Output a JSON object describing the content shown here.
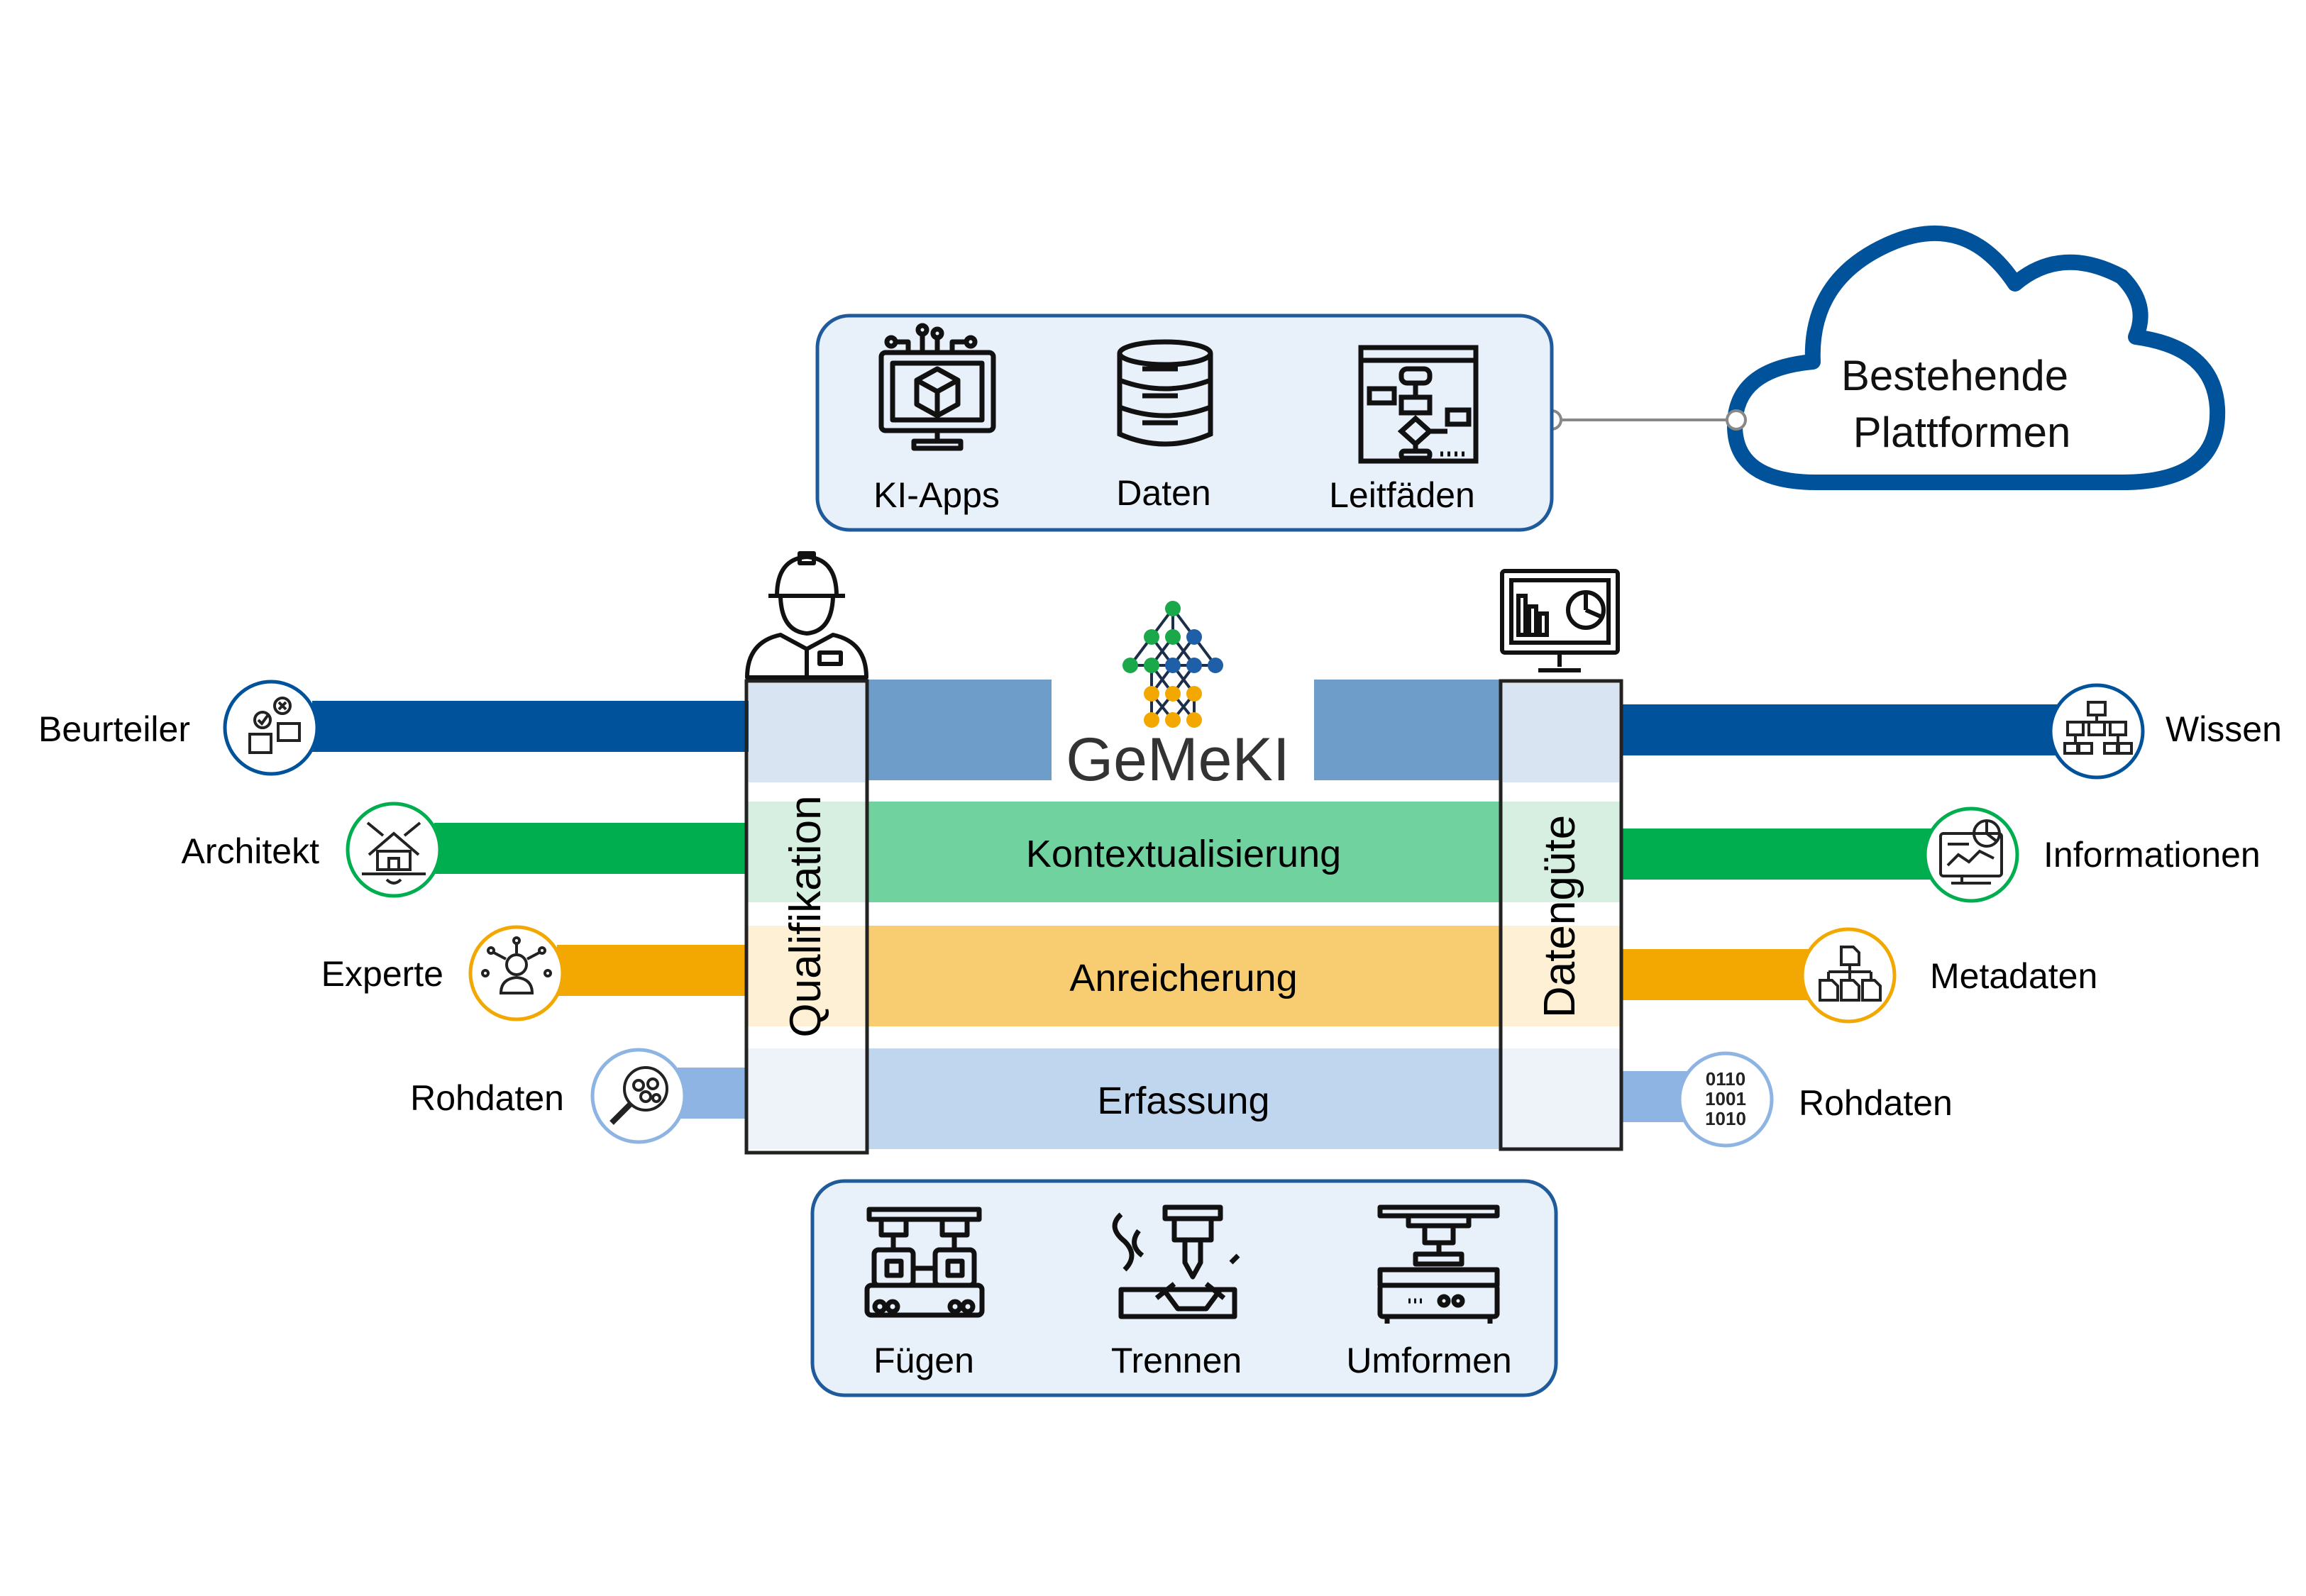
{
  "title": "GeMeKI",
  "cloud": {
    "line1": "Bestehende",
    "line2": "Plattformen"
  },
  "top_box": {
    "items": [
      {
        "label": "KI-Apps",
        "icon": "ai-app-monitor-icon"
      },
      {
        "label": "Daten",
        "icon": "database-icon"
      },
      {
        "label": "Leitfäden",
        "icon": "flowchart-guide-icon"
      }
    ]
  },
  "bottom_box": {
    "items": [
      {
        "label": "Fügen",
        "icon": "joining-machine-icon"
      },
      {
        "label": "Trennen",
        "icon": "cutting-tool-icon"
      },
      {
        "label": "Umformen",
        "icon": "press-machine-icon"
      }
    ]
  },
  "pillars": {
    "left": {
      "label": "Qualifikation",
      "icon": "worker-icon"
    },
    "right": {
      "label": "Datengüte",
      "icon": "dashboard-monitor-icon"
    }
  },
  "layers": [
    {
      "label": ""
    },
    {
      "label": "Kontextualisierung"
    },
    {
      "label": "Anreicherung"
    },
    {
      "label": "Erfassung"
    }
  ],
  "left_roles": [
    {
      "label": "Beurteiler",
      "icon": "assessor-icon"
    },
    {
      "label": "Architekt",
      "icon": "architect-icon"
    },
    {
      "label": "Experte",
      "icon": "expert-icon"
    },
    {
      "label": "Rohdaten",
      "icon": "magnifier-data-icon"
    }
  ],
  "right_roles": [
    {
      "label": "Wissen",
      "icon": "hierarchy-icon"
    },
    {
      "label": "Informationen",
      "icon": "analytics-screen-icon"
    },
    {
      "label": "Metadaten",
      "icon": "file-structure-icon"
    },
    {
      "label": "Rohdaten",
      "icon": "binary-code-icon"
    }
  ],
  "colors": {
    "blue": "#00529b",
    "green": "#00ad4f",
    "orange": "#f2a800",
    "lightblue": "#8db4e2",
    "box_fill": "#e8f0fa",
    "box_border": "#1f5a9a"
  }
}
